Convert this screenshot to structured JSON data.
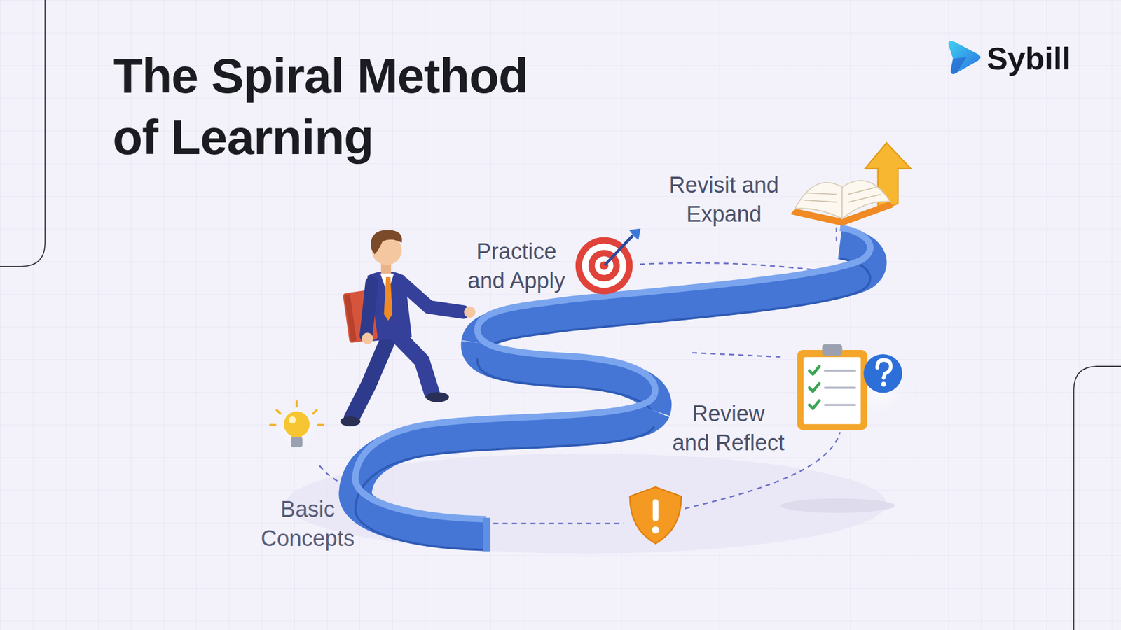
{
  "diagram": {
    "title": "The Spiral Method of Learning",
    "labels": [
      "Sybill",
      "Revisit and Expand",
      "Practice and Apply",
      "Review and Reflect",
      "Basic Concepts"
    ]
  }
}
